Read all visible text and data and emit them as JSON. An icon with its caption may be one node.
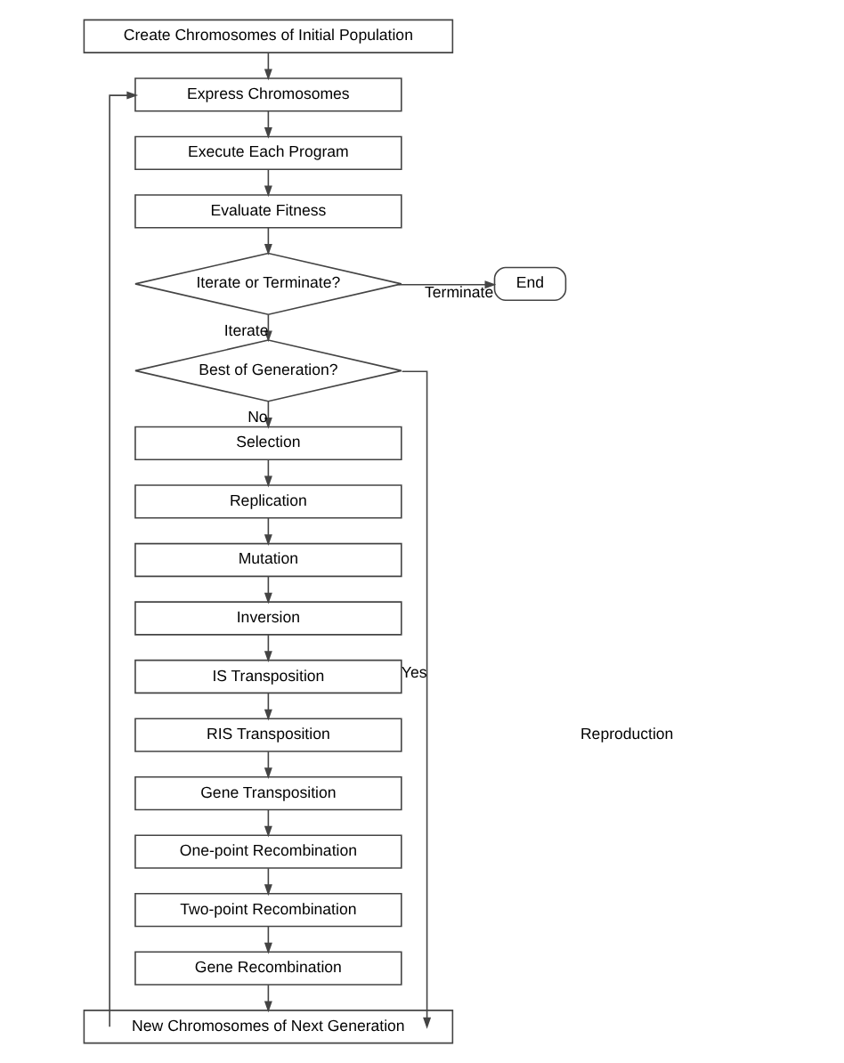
{
  "diagram": {
    "nodes": [
      {
        "text": [
          "Create Chromosomes of Initial Population"
        ]
      },
      {
        "text": [
          "Express Chromosomes"
        ]
      },
      {
        "text": [
          "Execute Each Program"
        ]
      },
      {
        "text": [
          "Evaluate Fitness"
        ]
      },
      {
        "text": [
          "Iterate or Terminate?"
        ]
      },
      {
        "text": [
          "End"
        ]
      },
      {
        "text": [
          "Best of Generation?"
        ]
      },
      {
        "text": [
          "Selection"
        ]
      },
      {
        "text": [
          "Replication"
        ]
      },
      {
        "text": [
          "Mutation"
        ]
      },
      {
        "text": [
          "Inversion"
        ]
      },
      {
        "text": [
          "IS Transposition"
        ]
      },
      {
        "text": [
          "RIS Transposition"
        ]
      },
      {
        "text": [
          "Gene Transposition"
        ]
      },
      {
        "text": [
          "One-point Recombination"
        ]
      },
      {
        "text": [
          "Two-point Recombination"
        ]
      },
      {
        "text": [
          "Gene Recombination"
        ]
      },
      {
        "text": [
          "New Chromosomes of Next Generation"
        ]
      }
    ],
    "edges": [
      {
        "from": 0,
        "to": 1,
        "arrow": "to"
      },
      {
        "from": 1,
        "to": 2,
        "arrow": "to"
      },
      {
        "from": 2,
        "to": 3,
        "arrow": "to"
      },
      {
        "from": 3,
        "to": 4,
        "arrow": "to"
      },
      {
        "from": 4,
        "to": 5,
        "arrow": "to",
        "label": "Terminate"
      },
      {
        "from": 4,
        "to": 6,
        "arrow": "to",
        "label": "Iterate"
      },
      {
        "from": 6,
        "to": 7,
        "arrow": "to",
        "label": "No"
      },
      {
        "from": 7,
        "to": 8,
        "arrow": "to"
      },
      {
        "from": 8,
        "to": 9,
        "arrow": "to"
      },
      {
        "from": 9,
        "to": 10,
        "arrow": "to"
      },
      {
        "from": 10,
        "to": 11,
        "arrow": "to"
      },
      {
        "from": 11,
        "to": 12,
        "arrow": "to"
      },
      {
        "from": 12,
        "to": 13,
        "arrow": "to"
      },
      {
        "from": 13,
        "to": 14,
        "arrow": "to"
      },
      {
        "from": 14,
        "to": 15,
        "arrow": "to"
      },
      {
        "from": 15,
        "to": 16,
        "arrow": "to"
      },
      {
        "from": 16,
        "to": 17,
        "arrow": "to"
      },
      {
        "from": 6,
        "to": 17,
        "arrow": "to",
        "label": "Yes"
      },
      {
        "from": 17,
        "to": 1,
        "arrow": "to"
      }
    ],
    "labels": [
      "Reproduction"
    ]
  }
}
